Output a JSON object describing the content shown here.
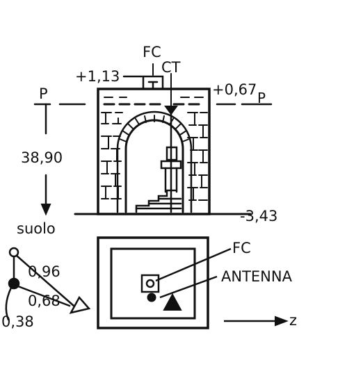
{
  "section": {
    "label_P_left": "P",
    "label_P_right": "P",
    "fc_label": "FC",
    "ct_label": "CT",
    "elev_top": "+1,13",
    "elev_right": "+0,67",
    "depth": "38,90",
    "ground": "suolo",
    "elev_bottom": "-3,43"
  },
  "plan": {
    "fc_label": "FC",
    "antenna_label": "ANTENNA",
    "axis_label": "z"
  },
  "inset": {
    "dist_1": "0,96",
    "dist_2": "0,68",
    "dist_3": "0,38"
  }
}
